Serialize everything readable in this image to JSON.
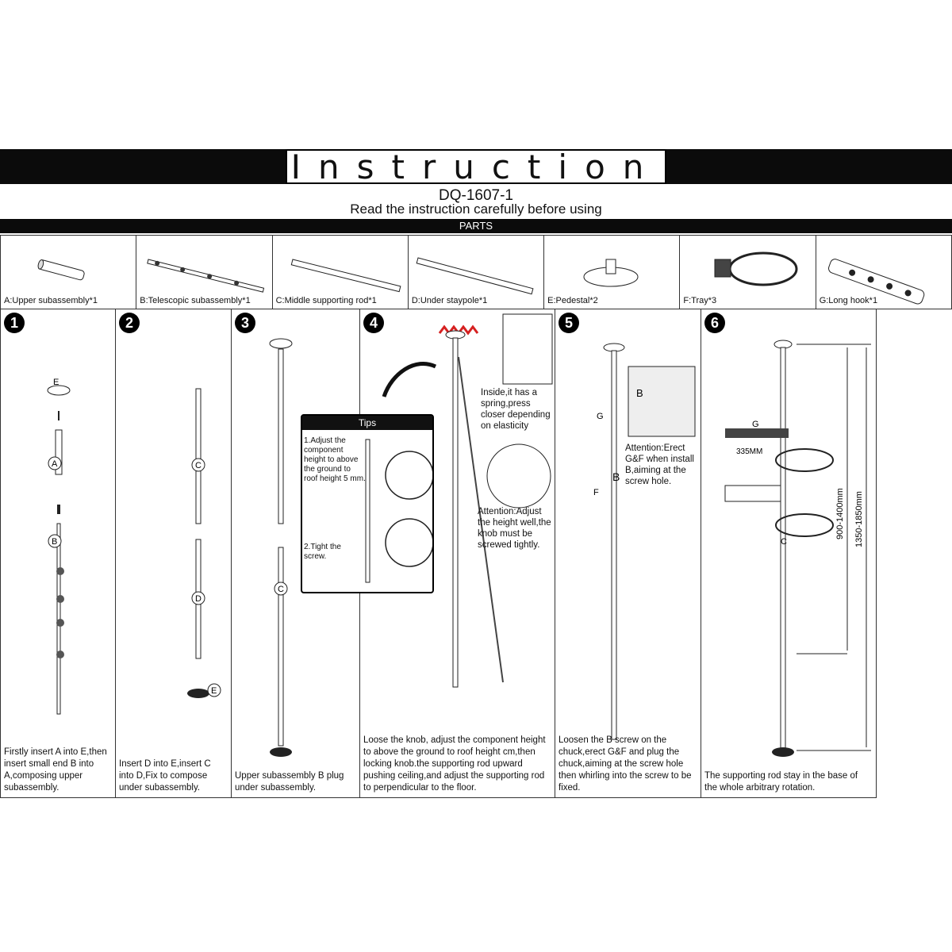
{
  "header": {
    "title": "Instruction",
    "model": "DQ-1607-1",
    "subtitle": "Read the instruction carefully before using",
    "parts_heading": "PARTS"
  },
  "parts": [
    {
      "label": "A:Upper subassembly*1"
    },
    {
      "label": "B:Telescopic subassembly*1"
    },
    {
      "label": "C:Middle supporting rod*1"
    },
    {
      "label": "D:Under staypole*1"
    },
    {
      "label": "E:Pedestal*2"
    },
    {
      "label": "F:Tray*3"
    },
    {
      "label": "G:Long hook*1"
    }
  ],
  "steps": [
    {
      "number": "1",
      "text": "Firstly insert A into E,then insert small end B into A,composing upper subassembly."
    },
    {
      "number": "2",
      "text": "Insert D into E,insert C into D,Fix to compose under subassembly."
    },
    {
      "number": "3",
      "text": "Upper subassembly B plug under subassembly."
    },
    {
      "number": "4",
      "text": "Loose the knob, adjust the component height to above the ground to roof height cm,then locking knob.the supporting rod upward pushing ceiling,and adjust the supporting rod to perpendicular to the floor."
    },
    {
      "number": "5",
      "text": "Loosen the B screw on the chuck,erect G&F and plug the chuck,aiming at the screw hole then whirling into the screw to be fixed."
    },
    {
      "number": "6",
      "text": "The supporting rod stay in the base of the whole arbitrary rotation."
    }
  ],
  "tips": {
    "heading": "Tips",
    "item1": "1.Adjust the component height to above the ground to roof height 5 mm.",
    "item2": "2.Tight the screw."
  },
  "step4_notes": {
    "inside": "Inside,it has a spring,press closer depending on elasticity",
    "attention": "Attention:Adjust the height well,the knob must be screwed tightly."
  },
  "step5_notes": {
    "attention": "Attention:Erect G&F when install B,aiming at the screw hole."
  },
  "step6_dims": {
    "width": "335MM",
    "range1": "900-1400mm",
    "range2": "1350-1850mm"
  },
  "diagram_letters": [
    "A",
    "B",
    "C",
    "D",
    "E",
    "F",
    "G"
  ]
}
